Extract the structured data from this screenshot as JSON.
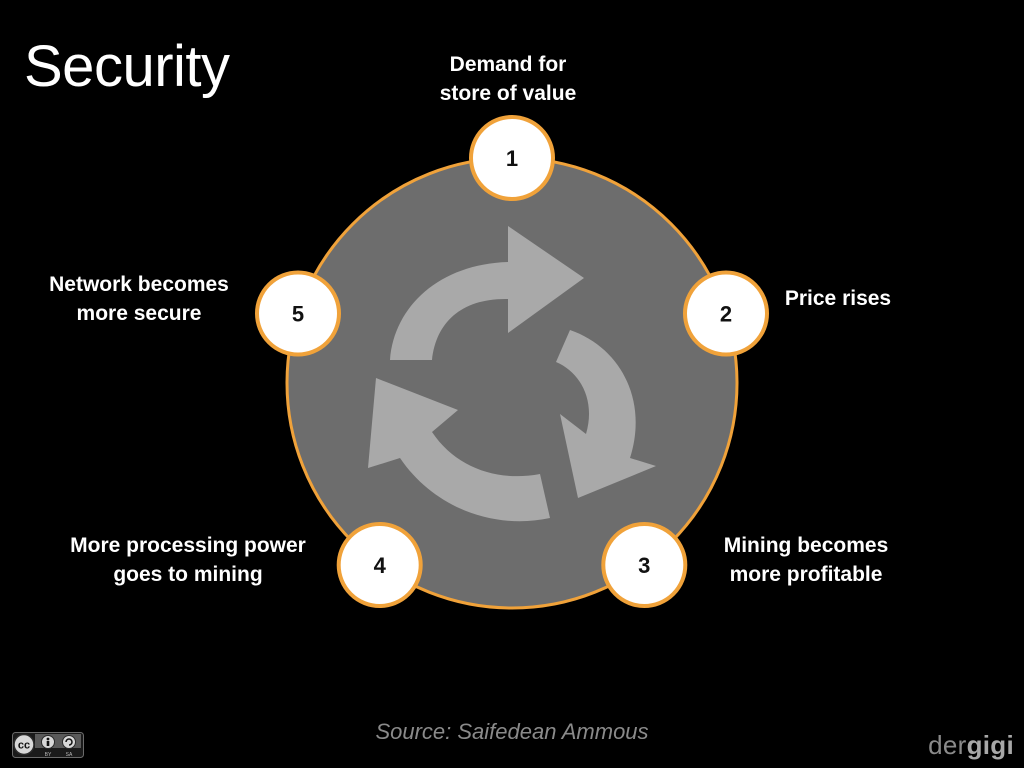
{
  "title": "Security",
  "steps": [
    {
      "number": "1",
      "label_lines": [
        "Demand for",
        "store of value"
      ]
    },
    {
      "number": "2",
      "label_lines": [
        "Price rises"
      ]
    },
    {
      "number": "3",
      "label_lines": [
        "Mining becomes",
        "more profitable"
      ]
    },
    {
      "number": "4",
      "label_lines": [
        "More processing power",
        "goes to mining"
      ]
    },
    {
      "number": "5",
      "label_lines": [
        "Network becomes",
        "more secure"
      ]
    }
  ],
  "source": "Source: Saifedean Ammous",
  "brand": {
    "light": "der",
    "bold": "gigi"
  },
  "license_badge": {
    "cc": "cc",
    "by": "BY",
    "sa": "SA"
  },
  "colors": {
    "background": "#000000",
    "main_circle": "#6d6d6d",
    "accent": "#f0a23a",
    "cycle_arrows": "#a9a9a9",
    "node_fill": "#ffffff",
    "text": "#ffffff",
    "muted": "#8a8a8a"
  },
  "icons": {
    "center": "refresh-cycle-icon",
    "license": "creative-commons-by-sa-icon"
  }
}
